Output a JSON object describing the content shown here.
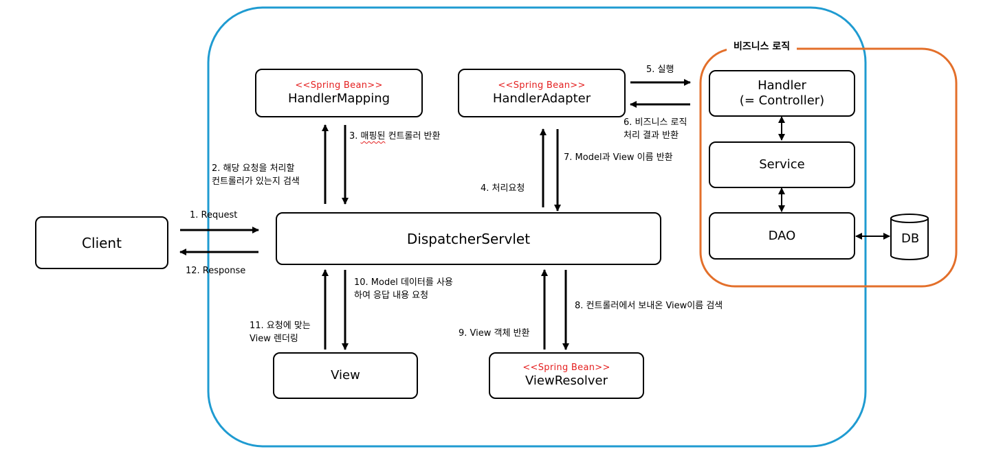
{
  "colors": {
    "container_border": "#1f9bd1",
    "business_group_border": "#e36f2a",
    "stereotype_text": "#e41e1e",
    "arrow": "#000000"
  },
  "nodes": {
    "client": "Client",
    "dispatcher": "DispatcherServlet",
    "handler_mapping": {
      "stereotype": "<<Spring Bean>>",
      "name": "HandlerMapping"
    },
    "handler_adapter": {
      "stereotype": "<<Spring Bean>>",
      "name": "HandlerAdapter"
    },
    "view_resolver": {
      "stereotype": "<<Spring Bean>>",
      "name": "ViewResolver"
    },
    "view": "View",
    "handler": {
      "line1": "Handler",
      "line2": "(= Controller)"
    },
    "service": "Service",
    "dao": "DAO",
    "db": "DB"
  },
  "business_group_title": "비즈니스 로직",
  "steps": {
    "s1": "1. Request",
    "s2": "2. 해당 요청을 처리할\n컨트롤러가 있는지 검색",
    "s3_num": "3.",
    "s3_word": "매핑된",
    "s3_rest": "컨트롤러 반환",
    "s4": "4. 처리요청",
    "s5": "5. 실행",
    "s6": "6. 비즈니스 로직\n처리 결과 반환",
    "s7": "7. Model과 View 이름 반환",
    "s8": "8. 컨트롤러에서 보내온 View이름 검색",
    "s9": "9. View 객체 반환",
    "s10": "10. Model 데이터를 사용\n하여 응답 내용 요청",
    "s11": "11. 요청에 맞는\nView 렌더링",
    "s12": "12. Response"
  }
}
